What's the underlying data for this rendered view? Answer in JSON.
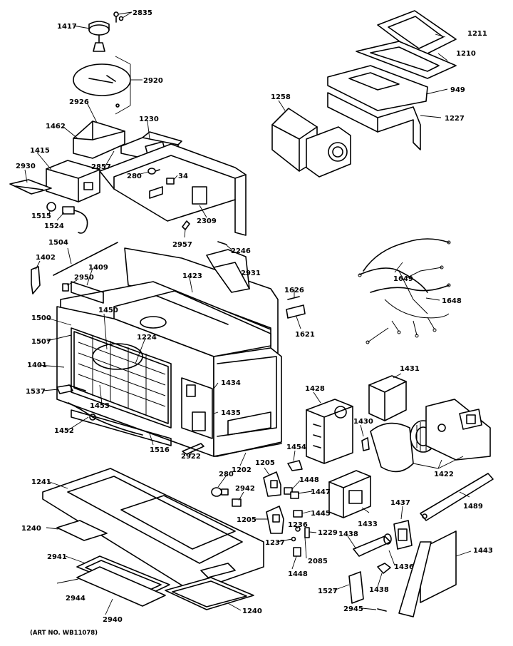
{
  "diagram": {
    "art_number": "(ART NO. WB11078)",
    "part_labels": {
      "p2835": "2835",
      "p1417": "1417",
      "p2920": "2920",
      "p2926": "2926",
      "p1230": "1230",
      "p1462": "1462",
      "p1415": "1415",
      "p2930": "2930",
      "p2857": "2857",
      "p280a": "280",
      "p34": "34",
      "p1515": "1515",
      "p1524": "1524",
      "p2309": "2309",
      "p2957": "2957",
      "p2246": "2246",
      "p1504": "1504",
      "p1402": "1402",
      "p2950": "2950",
      "p1409": "1409",
      "p1423": "1423",
      "p2931": "2931",
      "p1450": "1450",
      "p1500": "1500",
      "p1507": "1507",
      "p1224": "1224",
      "p1401": "1401",
      "p1434": "1434",
      "p1537": "1537",
      "p1453": "1453",
      "p1435": "1435",
      "p1452": "1452",
      "p1516": "1516",
      "p2922": "2922",
      "p1202": "1202",
      "p1241": "1241",
      "p280b": "280",
      "p2942": "2942",
      "p1205a": "1205",
      "p1240a": "1240",
      "p1205b": "1205",
      "p2941": "2941",
      "p2944": "2944",
      "p2940": "2940",
      "p1240b": "1240",
      "p1211": "1211",
      "p1210": "1210",
      "p949": "949",
      "p1227": "1227",
      "p1258": "1258",
      "p1649": "1649",
      "p1648": "1648",
      "p1626": "1626",
      "p1621": "1621",
      "p1431": "1431",
      "p1428": "1428",
      "p1430": "1430",
      "p1422": "1422",
      "p1454": "1454",
      "p1448a": "1448",
      "p1447": "1447",
      "p1433": "1433",
      "p1489": "1489",
      "p1437": "1437",
      "p1445": "1445",
      "p1236": "1236",
      "p1229": "1229",
      "p1237": "1237",
      "p2085": "2085",
      "p1438a": "1438",
      "p1436": "1436",
      "p1443": "1443",
      "p1448b": "1448",
      "p1527": "1527",
      "p1438b": "1438",
      "p2945": "2945"
    }
  }
}
